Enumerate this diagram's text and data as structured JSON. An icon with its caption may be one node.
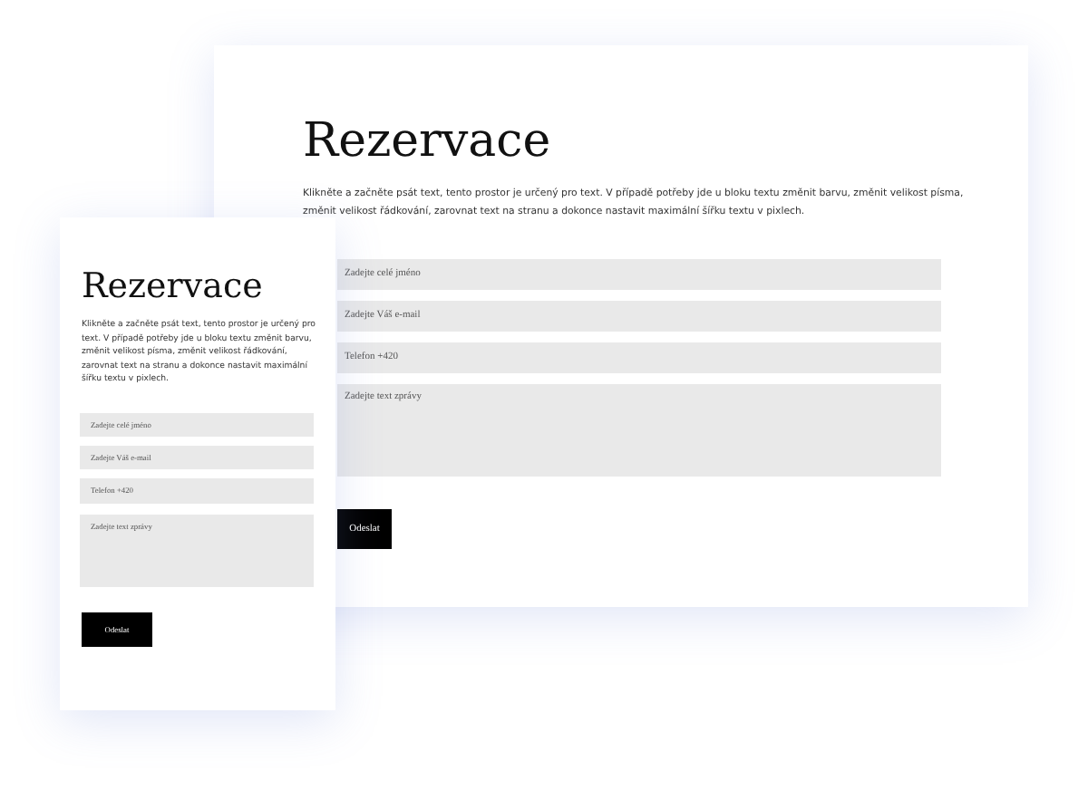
{
  "diagram": {
    "nodes": [
      {
        "text": [
          "Rezervace",
          "Klikněte a začněte psát text, tento prostor je určený pro text. V případě potřeby jde u bloku textu změnit barvu, změnit velikost písma, změnit velikost řádkování, zarovnat text na stranu a dokonce nastavit maximální šířku textu v pixlech."
        ]
      },
      {
        "text": [
          "Zadejte celé jméno"
        ],
        "in": 0
      },
      {
        "text": [
          "Zadejte Váš e-mail"
        ],
        "in": 0
      },
      {
        "text": [
          "Telefon +420"
        ],
        "in": 0
      },
      {
        "text": [
          "Zadejte text zprávy"
        ],
        "in": 0
      },
      {
        "text": [
          "Odeslat"
        ],
        "in": 0
      },
      {
        "text": [
          "Rezervace",
          "Klikněte a začněte psát text, tento prostor je určený pro text. V případě potřeby jde u bloku textu změnit barvu, změnit velikost písma, změnit velikost řádkování, zarovnat text na stranu a dokonce nastavit maximální šířku textu v pixlech."
        ]
      },
      {
        "text": [
          "Zadejte celé jméno"
        ],
        "in": 6
      },
      {
        "text": [
          "Zadejte Váš e-mail"
        ],
        "in": 6
      },
      {
        "text": [
          "Telefon +420"
        ],
        "in": 6
      },
      {
        "text": [
          "Zadejte text zprávy"
        ],
        "in": 6
      },
      {
        "text": [
          "Odeslat"
        ],
        "in": 6
      }
    ]
  }
}
